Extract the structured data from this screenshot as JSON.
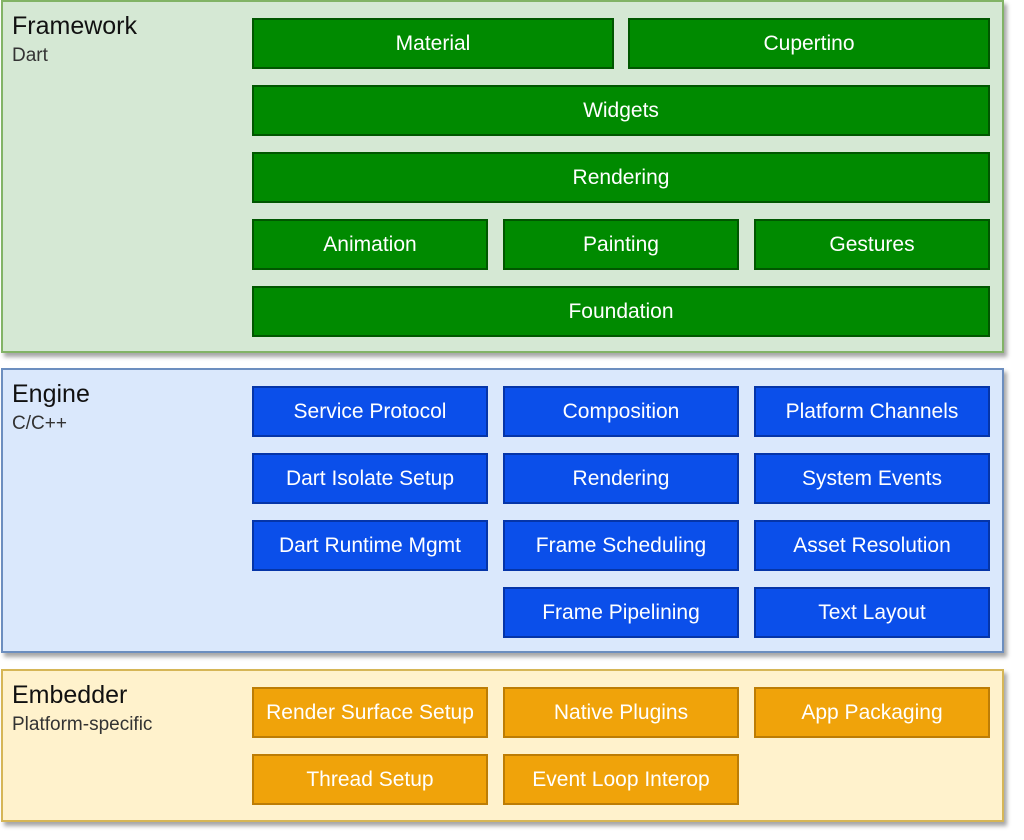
{
  "colors": {
    "framework_bg": "#d5e8d4",
    "framework_border": "#82b366",
    "framework_box": "#008a00",
    "engine_bg": "#dae8fc",
    "engine_border": "#6c8ebf",
    "engine_box": "#0b4fea",
    "embedder_bg": "#fff2cc",
    "embedder_border": "#d6b656",
    "embedder_box": "#f0a30a"
  },
  "framework": {
    "title": "Framework",
    "subtitle": "Dart",
    "boxes": [
      "Material",
      "Cupertino",
      "Widgets",
      "Rendering",
      "Animation",
      "Painting",
      "Gestures",
      "Foundation"
    ]
  },
  "engine": {
    "title": "Engine",
    "subtitle": "C/C++",
    "boxes": [
      "Service Protocol",
      "Composition",
      "Platform Channels",
      "Dart Isolate Setup",
      "Rendering",
      "System Events",
      "Dart Runtime Mgmt",
      "Frame Scheduling",
      "Asset Resolution",
      "Frame Pipelining",
      "Text Layout"
    ]
  },
  "embedder": {
    "title": "Embedder",
    "subtitle": "Platform-specific",
    "boxes": [
      "Render Surface Setup",
      "Native Plugins",
      "App Packaging",
      "Thread Setup",
      "Event Loop Interop"
    ]
  }
}
